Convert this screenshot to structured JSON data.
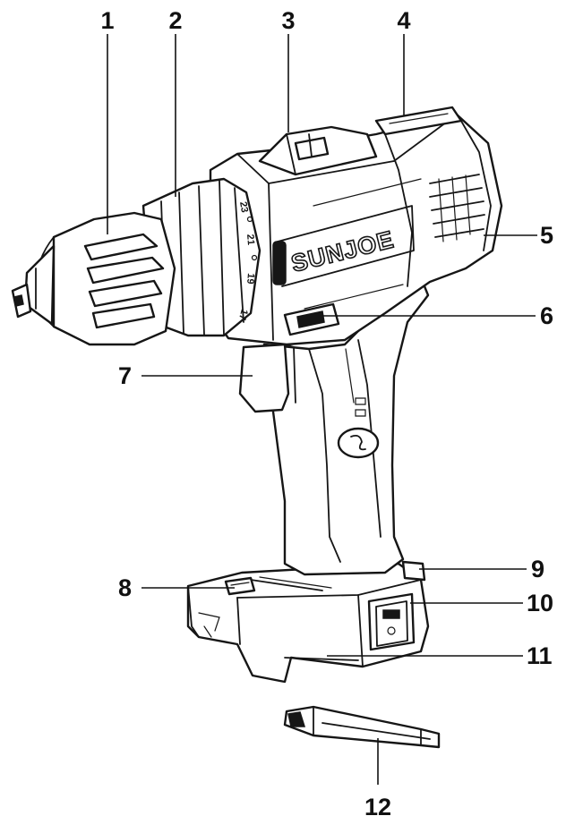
{
  "brand": {
    "logo_text": "SUNJOE"
  },
  "clutch_dial_marks": [
    "23",
    "21",
    "19",
    "17"
  ],
  "callouts": [
    {
      "id": "1",
      "label": "1"
    },
    {
      "id": "2",
      "label": "2"
    },
    {
      "id": "3",
      "label": "3"
    },
    {
      "id": "4",
      "label": "4"
    },
    {
      "id": "5",
      "label": "5"
    },
    {
      "id": "6",
      "label": "6"
    },
    {
      "id": "7",
      "label": "7"
    },
    {
      "id": "8",
      "label": "8"
    },
    {
      "id": "9",
      "label": "9"
    },
    {
      "id": "10",
      "label": "10"
    },
    {
      "id": "11",
      "label": "11"
    },
    {
      "id": "12",
      "label": "12"
    }
  ],
  "colors": {
    "line": "#161616",
    "background": "#ffffff"
  }
}
